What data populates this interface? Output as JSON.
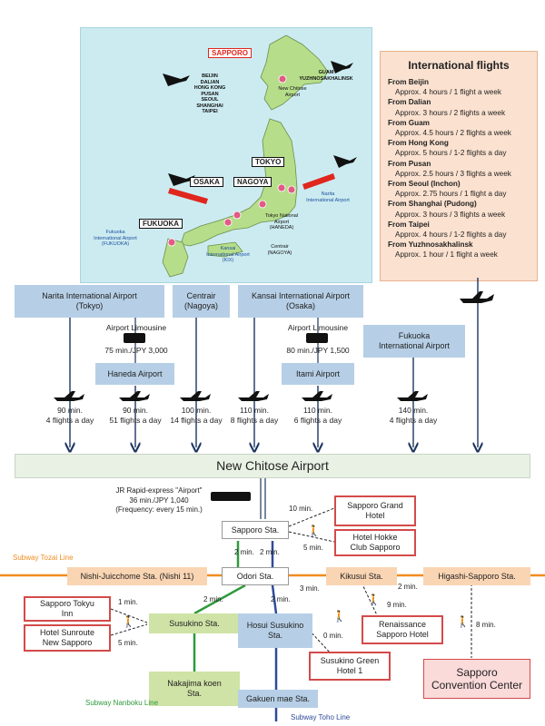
{
  "map": {
    "cities": {
      "sapporo": "SAPPORO",
      "tokyo": "TOKYO",
      "osaka": "OSAKA",
      "nagoya": "NAGOYA",
      "fukuoka": "FUKUOKA"
    },
    "origins_list": "BEIJIN\nDALIAN\nHONG KONG\nPUSAN\nSEOUL\nSHANGHAI\nTAIPEI",
    "guam": "GUAM\nYUZHNOSAKHALINSK",
    "new_chitose": "New Chitose\nAirport",
    "narita": "Narita\nInternational Airport",
    "haneda": "Tokyo National\nAirport\n(HANEDA)",
    "centrair": "Centrair\n(NAGOYA)",
    "kansai": "Kansai\nInternational Airport\n(KIX)",
    "fukuoka_intl": "Fukuoka\nInternational Airport\n(FUKUOKA)"
  },
  "international": {
    "title": "International flights",
    "items": [
      {
        "from": "From Beijin",
        "detail": "Approx. 4 hours / 1 flight a week"
      },
      {
        "from": "From Dalian",
        "detail": "Approx. 3 hours / 2 flights a week"
      },
      {
        "from": "From Guam",
        "detail": "Approx. 4.5 hours / 2 flights a week"
      },
      {
        "from": "From Hong Kong",
        "detail": "Approx. 5 hours / 1-2 flights a day"
      },
      {
        "from": "From Pusan",
        "detail": "Approx. 2.5 hours / 3 flights a week"
      },
      {
        "from": "From Seoul (Inchon)",
        "detail": "Approx. 2.75 hours / 1 flight a day"
      },
      {
        "from": "From Shanghai (Pudong)",
        "detail": "Approx. 3 hours / 3 flights a week"
      },
      {
        "from": "From Taipei",
        "detail": "Approx. 4 hours / 1-2 flights a day"
      },
      {
        "from": "From Yuzhnosakhalinsk",
        "detail": "Approx. 1 hour / 1 flight a week"
      }
    ]
  },
  "airports": {
    "narita": "Narita International Airport\n(Tokyo)",
    "centrair": "Centrair\n(Nagoya)",
    "kansai": "Kansai International Airport\n(Osaka)",
    "haneda": "Haneda Airport",
    "itami": "Itami Airport",
    "fukuoka": "Fukuoka\nInternational Airport"
  },
  "limousine": {
    "tokyo": "Airport Limousine",
    "tokyo_time": "75 min./JPY 3,000",
    "osaka": "Airport Limousine",
    "osaka_time": "80 min./JPY 1,500"
  },
  "flights": [
    {
      "time": "90 min.",
      "freq": "4 flights a day"
    },
    {
      "time": "90 min.",
      "freq": "51 flights a day"
    },
    {
      "time": "100 min.",
      "freq": "14 flights a day"
    },
    {
      "time": "110 min.",
      "freq": "8 flights a day"
    },
    {
      "time": "110 min.",
      "freq": "6 flights a day"
    },
    {
      "time": "140 min.",
      "freq": "4 flights a day"
    }
  ],
  "new_chitose": "New Chitose Airport",
  "jr": "JR Rapid-express \"Airport\"\n36 min./JPY 1,040\n(Frequency: every 15 min.)",
  "stations": {
    "sapporo": "Sapporo Sta.",
    "odori": "Odori Sta.",
    "nishi": "Nishi-Juicchome Sta. (Nishi 11)",
    "kikusui": "Kikusui Sta.",
    "higashi": "Higashi-Sapporo Sta.",
    "susukino": "Susukino Sta.",
    "hosui": "Hosui Susukino\nSta.",
    "nakajima": "Nakajima koen\nSta.",
    "gakuen": "Gakuen mae Sta."
  },
  "hotels": {
    "grand": "Sapporo Grand\nHotel",
    "hokke": "Hotel Hokke\nClub Sapporo",
    "tokyu": "Sapporo Tokyu\nInn",
    "sunroute": "Hotel Sunroute\nNew Sapporo",
    "renaissance": "Renaissance\nSapporo Hotel",
    "green": "Susukino Green\nHotel 1"
  },
  "convention": "Sapporo\nConvention Center",
  "times": {
    "grand": "10 min.",
    "hokke": "5 min.",
    "sap_odori_a": "2 min.",
    "sap_odori_b": "2 min.",
    "odori_higashi": "3 min.",
    "kikusui_higashi": "2 min.",
    "odori_susukino": "2 min.",
    "odori_hosui": "2 min.",
    "tokyu": "1 min.",
    "sunroute": "5 min.",
    "green": "0 min.",
    "renaissance": "9 min.",
    "convention": "8 min."
  },
  "lines": {
    "tozai": "Subway Tozai Line",
    "nanboku": "Subway Nanboku Line",
    "toho": "Subway Toho Line"
  },
  "colors": {
    "tozai": "#f08c1e",
    "nanboku": "#2f9a3c",
    "toho": "#2e4b9b",
    "arrow": "#1c3560",
    "accent": "#e0261d"
  }
}
